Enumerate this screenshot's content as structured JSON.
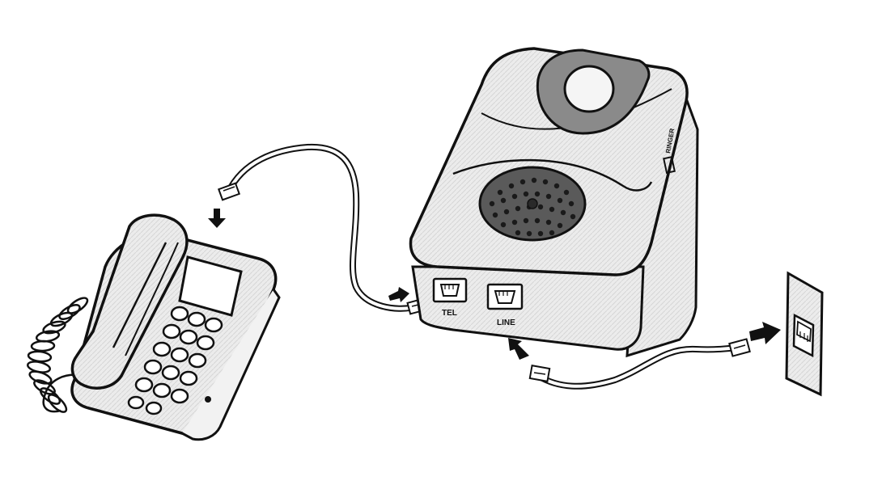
{
  "ports": {
    "tel_label": "TEL",
    "line_label": "LINE"
  },
  "device": {
    "side_text": "RINGER",
    "has_speaker": true
  },
  "colors": {
    "ink": "#111111",
    "paper": "#ffffff",
    "body_fill": "#e9e9e9",
    "grille_fill": "#5a5a5a",
    "accent_dark": "#8a8a8a"
  },
  "icons": [
    "desk-phone-icon",
    "ringer-device-icon",
    "wall-jack-icon",
    "rj11-plug-icon",
    "arrow-icon"
  ]
}
